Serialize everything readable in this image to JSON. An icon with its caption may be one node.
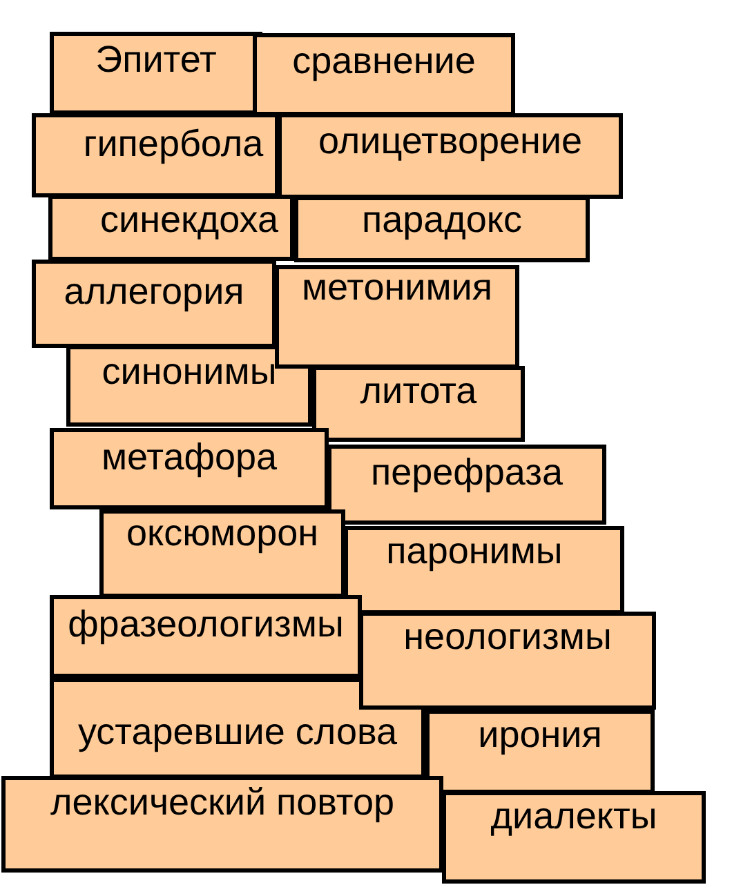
{
  "diagram": {
    "nodes": [
      {
        "text": [
          "Эпитет"
        ]
      },
      {
        "text": [
          "сравнение"
        ]
      },
      {
        "text": [
          "гипербола"
        ]
      },
      {
        "text": [
          "олицетворение"
        ]
      },
      {
        "text": [
          "синекдоха"
        ]
      },
      {
        "text": [
          "парадокс"
        ]
      },
      {
        "text": [
          "аллегория"
        ]
      },
      {
        "text": [
          "метонимия"
        ]
      },
      {
        "text": [
          "синонимы"
        ]
      },
      {
        "text": [
          "литота"
        ]
      },
      {
        "text": [
          "метафора"
        ]
      },
      {
        "text": [
          "перефраза"
        ]
      },
      {
        "text": [
          "оксюморон"
        ]
      },
      {
        "text": [
          "паронимы"
        ]
      },
      {
        "text": [
          "фразеологизмы"
        ]
      },
      {
        "text": [
          "неологизмы"
        ]
      },
      {
        "text": [
          "устаревшие слова"
        ]
      },
      {
        "text": [
          "ирония"
        ]
      },
      {
        "text": [
          "лексический повтор"
        ]
      },
      {
        "text": [
          "диалекты"
        ]
      }
    ]
  }
}
